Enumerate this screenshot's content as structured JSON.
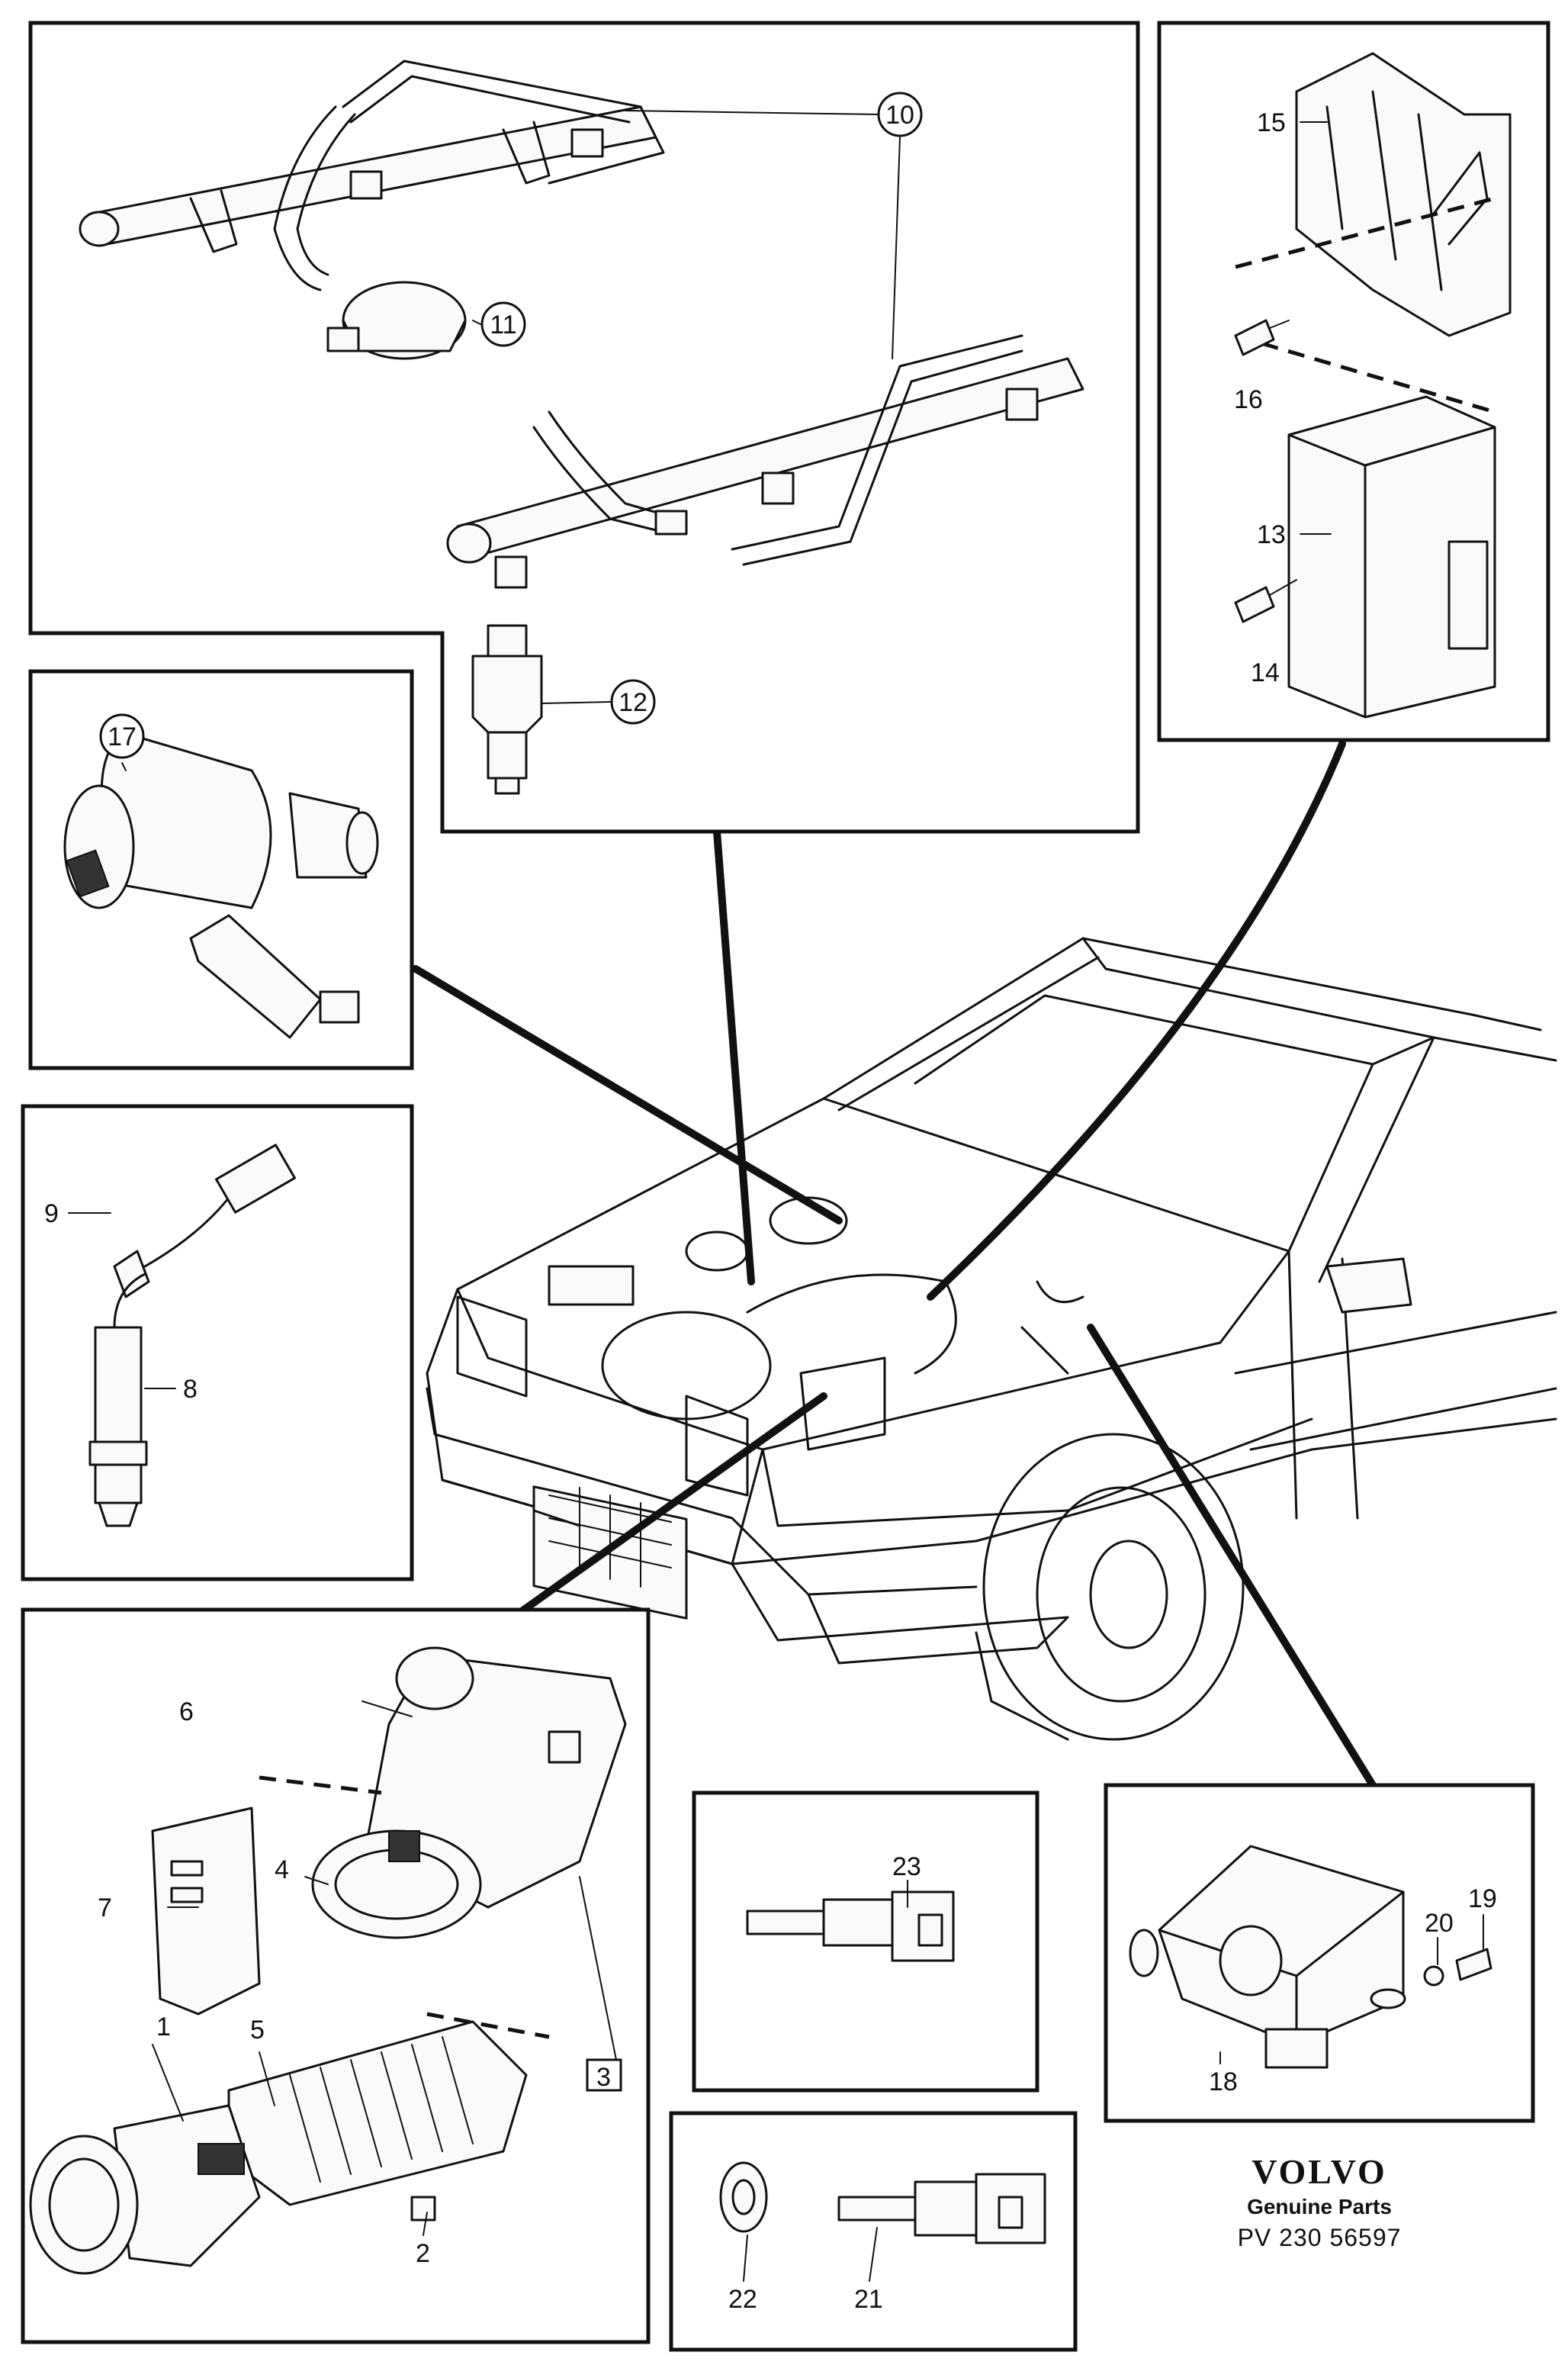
{
  "callouts": {
    "c1": "1",
    "c2": "2",
    "c3": "3",
    "c4": "4",
    "c5": "5",
    "c6": "6",
    "c7": "7",
    "c8": "8",
    "c9": "9",
    "c10": "10",
    "c11": "11",
    "c12": "12",
    "c13": "13",
    "c14": "14",
    "c15": "15",
    "c16": "16",
    "c17": "17",
    "c18": "18",
    "c19": "19",
    "c20": "20",
    "c21": "21",
    "c22": "22",
    "c23": "23"
  },
  "brand": {
    "logo": "VOLVO",
    "tagline": "Genuine Parts",
    "reference": "PV 230 56597"
  }
}
